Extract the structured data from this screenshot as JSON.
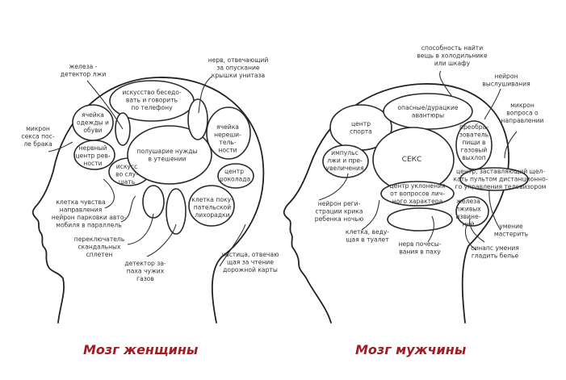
{
  "titles": {
    "female": "Мозг женщины",
    "male": "Мозг мужчины"
  },
  "colors": {
    "title": "#a01c24",
    "line": "#222222"
  },
  "female_labels": [
    {
      "lines": [
        "железа -",
        "детектор лжи"
      ]
    },
    {
      "lines": [
        "нерв, отвечающий",
        "за опускание",
        "крышки унитаза"
      ]
    },
    {
      "lines": [
        "искусство беседо-",
        "вать и говорить",
        "по телефону"
      ]
    },
    {
      "lines": [
        "ячейка",
        "одежды и",
        "обуви"
      ]
    },
    {
      "lines": [
        "микрон",
        "секса пос-",
        "ле брака"
      ]
    },
    {
      "lines": [
        "полушарие нужды",
        "в утешении"
      ]
    },
    {
      "lines": [
        "ячейка",
        "нереши-",
        "тель-",
        "ности"
      ]
    },
    {
      "lines": [
        "нервный",
        "центр рев-",
        "ности"
      ]
    },
    {
      "lines": [
        "искусс",
        "во слу-",
        "шать"
      ]
    },
    {
      "lines": [
        "центр",
        "шоколада"
      ]
    },
    {
      "lines": [
        "клетка чувства",
        "направления"
      ]
    },
    {
      "lines": [
        "клетка поку-",
        "пательской",
        "лихорадки"
      ]
    },
    {
      "lines": [
        "нейрон парковки авто-",
        "мобиля в параллель"
      ]
    },
    {
      "lines": [
        "переключатель",
        "скандальных",
        "сплетен"
      ]
    },
    {
      "lines": [
        "детектор за-",
        "паха чужих",
        "газов"
      ]
    },
    {
      "lines": [
        "частица, отвечаю",
        "щая за чтение",
        "дорожной карты"
      ]
    }
  ],
  "male_labels": [
    {
      "lines": [
        "способность найти",
        "вещь в холодильнике",
        "или шкафу"
      ]
    },
    {
      "lines": [
        "нейрон",
        "выслушивания"
      ]
    },
    {
      "lines": [
        "опасные/дурацкие",
        "авантюры"
      ]
    },
    {
      "lines": [
        "микрон",
        "вопроса о",
        "направлении"
      ]
    },
    {
      "lines": [
        "центр",
        "спорта"
      ]
    },
    {
      "lines": [
        "преобра-",
        "зователь",
        "пищи в",
        "газовый",
        "выхлоп"
      ]
    },
    {
      "lines": [
        "СЕКС"
      ]
    },
    {
      "lines": [
        "импульс",
        "лжи и пре-",
        "увеличения"
      ]
    },
    {
      "lines": [
        "центр, заставляющий щел-",
        "кать пультом дистанционно-",
        "го управления телевизором"
      ]
    },
    {
      "lines": [
        "центр уклонения",
        "от вопросов лич-",
        "ного характера"
      ]
    },
    {
      "lines": [
        "нейрон реги-",
        "страции крика",
        "ребенка ночью"
      ]
    },
    {
      "lines": [
        "железа",
        "лживых",
        "извине-",
        "ний"
      ]
    },
    {
      "lines": [
        "клетка, веду-",
        "щая в туалет"
      ]
    },
    {
      "lines": [
        "умение",
        "мастерить"
      ]
    },
    {
      "lines": [
        "нерв почесы-",
        "вания в паху"
      ]
    },
    {
      "lines": [
        "синапс умения",
        "гладить белье"
      ]
    }
  ]
}
